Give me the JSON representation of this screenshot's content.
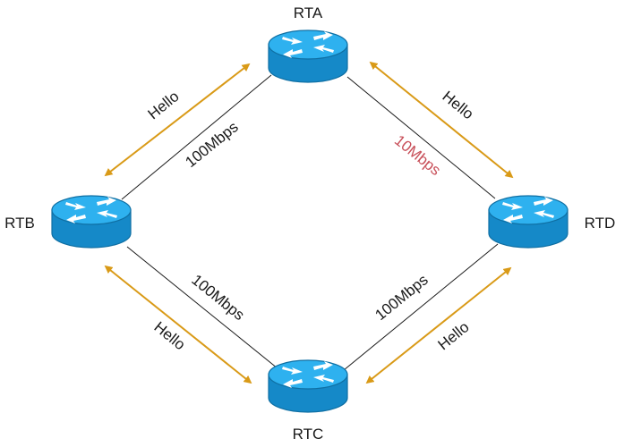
{
  "routers": {
    "rta": "RTA",
    "rtb": "RTB",
    "rtc": "RTC",
    "rtd": "RTD"
  },
  "links": {
    "a_b": "100Mbps",
    "a_d": "10Mbps",
    "b_c": "100Mbps",
    "c_d": "100Mbps"
  },
  "hello": {
    "a_b": "Hello",
    "a_d": "Hello",
    "b_c": "Hello",
    "c_d": "Hello"
  },
  "colors": {
    "router_fill": "#1da1e3",
    "router_top": "#27aeee",
    "router_stroke": "#0f6fa3",
    "link_line": "#1a1a1a",
    "hello_arrow": "#d99a17",
    "slow_link_text": "#c8505a",
    "text": "#1a1a1a"
  }
}
